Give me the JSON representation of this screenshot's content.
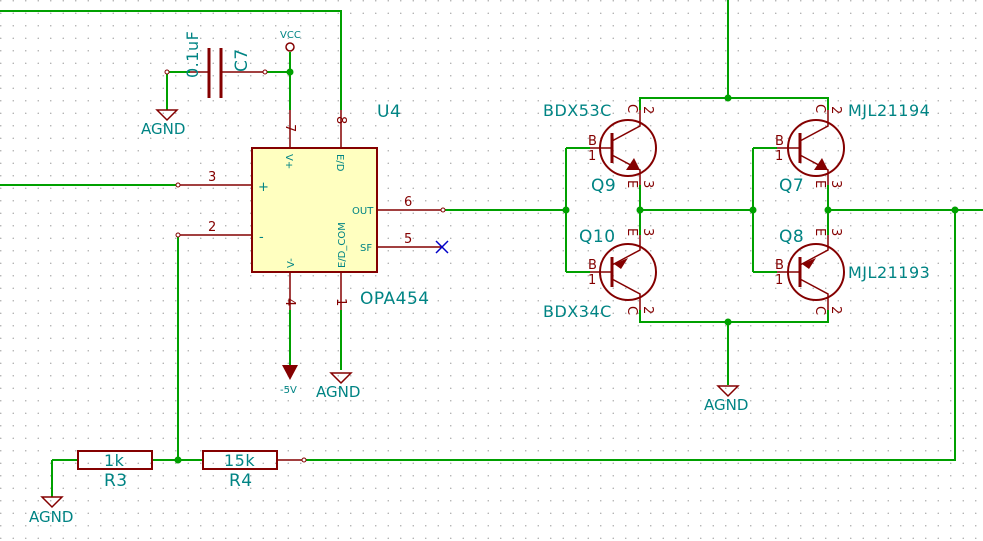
{
  "schematic": {
    "opamp": {
      "ref": "U4",
      "value": "OPA454",
      "pin_labels": {
        "v_plus": "V+",
        "v_minus": "V-",
        "ed": "E/D",
        "ed_com": "E/D_COM",
        "out": "OUT",
        "sf": "SF",
        "plus": "+",
        "minus": "-"
      },
      "pins": {
        "p3": "3",
        "p2": "2",
        "p7": "7",
        "p8": "8",
        "p4": "4",
        "p1": "1",
        "p6": "6",
        "p5": "5"
      }
    },
    "capacitor": {
      "ref": "C7",
      "value": "0.1uF"
    },
    "resistors": [
      {
        "ref": "R3",
        "value": "1k"
      },
      {
        "ref": "R4",
        "value": "15k"
      }
    ],
    "transistors": [
      {
        "ref": "Q9",
        "value": "BDX53C"
      },
      {
        "ref": "Q10",
        "value": "BDX34C"
      },
      {
        "ref": "Q7",
        "value": "MJL21194"
      },
      {
        "ref": "Q8",
        "value": "MJL21193"
      }
    ],
    "transistor_pins": {
      "b_num": "1",
      "c_num": "2",
      "e_num": "3",
      "b_letter": "B",
      "c_letter": "C",
      "e_letter": "E"
    },
    "power": {
      "vcc": "VCC",
      "neg5": "-5V",
      "agnd": "AGND"
    }
  }
}
